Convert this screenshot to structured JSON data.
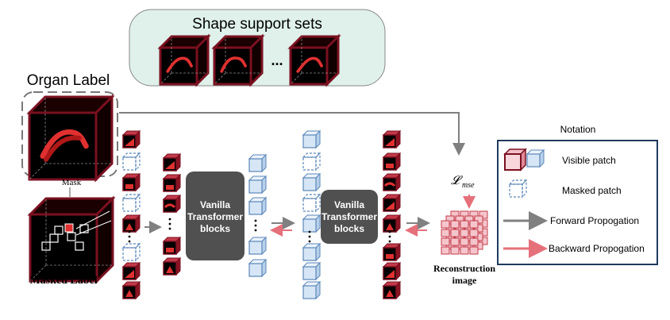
{
  "support": {
    "title": "Shape support sets",
    "ellipsis": "..."
  },
  "organ": {
    "title": "Organ Label"
  },
  "mask": {
    "label": "Mask"
  },
  "masked": {
    "label": "Masked Label"
  },
  "transformer1": {
    "line1": "Vanilla",
    "line2": "Transformer",
    "line3": "blocks"
  },
  "transformer2": {
    "line1": "Vanilla",
    "line2": "Transformer",
    "line3": "blocks"
  },
  "loss": {
    "label": "𝓛",
    "sub": "mse"
  },
  "reconstruction": {
    "line1": "Reconstruction",
    "line2": "image"
  },
  "notation": {
    "title": "Notation",
    "visible": "Visible patch",
    "masked": "Masked patch",
    "forward": "Forward Propogation",
    "backward": "Backward Propogation"
  },
  "colors": {
    "dark_red": "#7a1020",
    "red": "#e03030",
    "blue_fill": "#d6e6f6",
    "blue_stroke": "#5a86b8",
    "pink_arrow": "#e5707a",
    "gray_arrow": "#808080",
    "block_gray": "#505050",
    "notation_border": "#1f3a5f"
  }
}
